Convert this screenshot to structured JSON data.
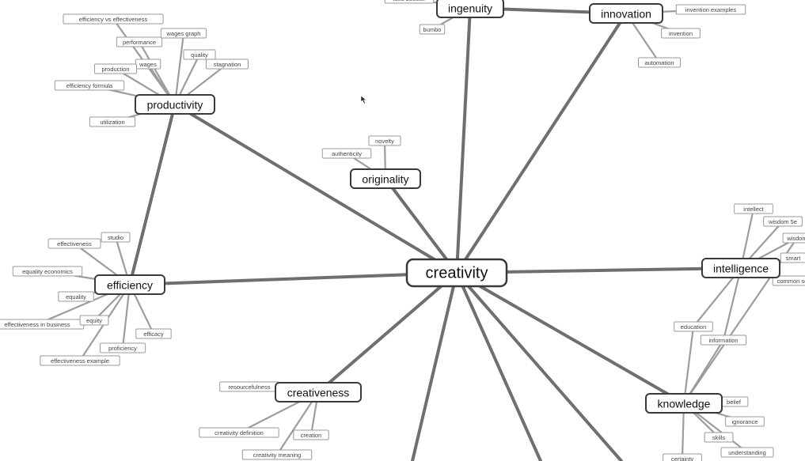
{
  "center": "creativity",
  "nodes": [
    {
      "id": "creativity",
      "label": "creativity"
    },
    {
      "id": "ingenuity",
      "label": "ingenuity"
    },
    {
      "id": "innovation",
      "label": "innovation"
    },
    {
      "id": "productivity",
      "label": "productivity"
    },
    {
      "id": "originality",
      "label": "originality"
    },
    {
      "id": "efficiency",
      "label": "efficiency"
    },
    {
      "id": "intelligence",
      "label": "intelligence"
    },
    {
      "id": "creativeness",
      "label": "creativeness"
    },
    {
      "id": "knowledge",
      "label": "knowledge"
    }
  ],
  "edges": [
    [
      "creativity",
      "ingenuity"
    ],
    [
      "creativity",
      "innovation"
    ],
    [
      "creativity",
      "productivity"
    ],
    [
      "creativity",
      "originality"
    ],
    [
      "creativity",
      "efficiency"
    ],
    [
      "creativity",
      "intelligence"
    ],
    [
      "creativity",
      "creativeness"
    ],
    [
      "creativity",
      "knowledge"
    ],
    [
      "ingenuity",
      "innovation"
    ],
    [
      "productivity",
      "efficiency"
    ]
  ],
  "leaves": {
    "ingenuity": [
      "idea booster",
      "bumbo"
    ],
    "innovation": [
      "invention examples",
      "invention",
      "automation"
    ],
    "productivity": [
      "efficiency vs effectiveness",
      "performance",
      "wages graph",
      "quality",
      "stagnation",
      "wages",
      "production",
      "efficiency formula",
      "utilization"
    ],
    "originality": [
      "novelty",
      "authenticity"
    ],
    "efficiency": [
      "studio",
      "effectiveness",
      "equality economics",
      "equality",
      "effectiveness in business",
      "equity",
      "efficacy",
      "proficiency",
      "effectiveness example"
    ],
    "intelligence": [
      "intellect",
      "wisdom 5e",
      "wisdom",
      "smart",
      "common sense",
      "education",
      "information"
    ],
    "creativeness": [
      "resourcefulness",
      "creation",
      "creativity definition",
      "creativity meaning"
    ],
    "knowledge": [
      "belief",
      "ignorance",
      "skills",
      "understanding",
      "certainty"
    ]
  },
  "shared_leaves": [
    [
      "knowledge",
      "education"
    ],
    [
      "knowledge",
      "wisdom"
    ],
    [
      "knowledge",
      "information"
    ]
  ]
}
